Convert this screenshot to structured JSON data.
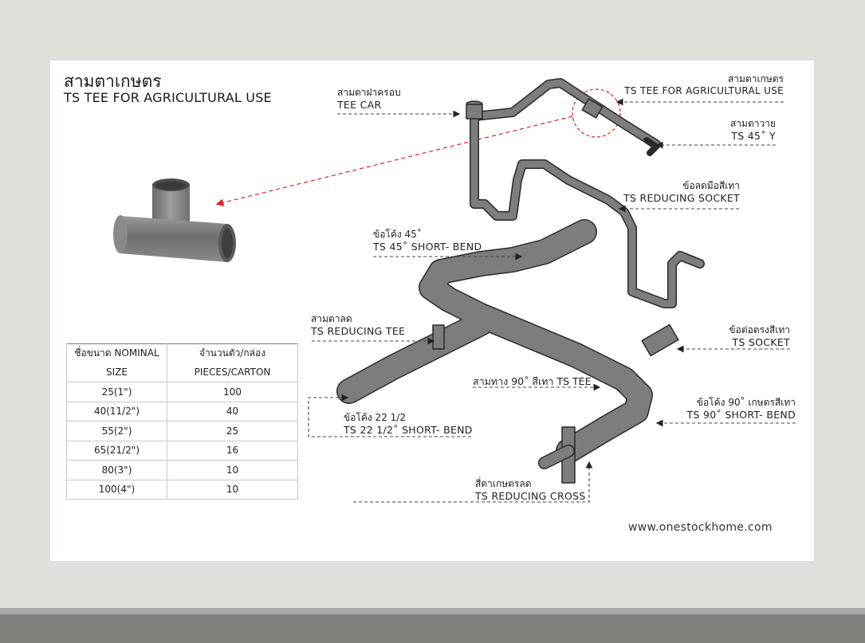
{
  "title": {
    "thai": "สามตาเกษตร",
    "english": "TS TEE FOR AGRICULTURAL USE"
  },
  "colors": {
    "background": "#e0e0db",
    "band_light": "#aaaba6",
    "band_dark": "#81827b",
    "pipe": "#7d7d7d",
    "pipe_dark": "#5a5a5a",
    "highlight": "#e02020"
  },
  "callouts": [
    {
      "id": "tee-car",
      "thai": "สามตาฝาครอบ",
      "english": "TEE CAR"
    },
    {
      "id": "ts-tee-agri",
      "thai": "สามตาเกษตร",
      "english": "TS TEE FOR AGRICULTURAL USE"
    },
    {
      "id": "ts-45-y",
      "thai": "สามตาวาย",
      "english": "TS 45˚ Y"
    },
    {
      "id": "ts-reducing-socket",
      "thai": "ข้อลดมือสีเทา",
      "english": "TS REDUCING SOCKET"
    },
    {
      "id": "ts-45-short-bend",
      "thai": "ข้อโค้ง 45˚",
      "english": "TS 45˚ SHORT- BEND"
    },
    {
      "id": "ts-reducing-tee",
      "thai": "สามตาลด",
      "english": "TS REDUCING TEE"
    },
    {
      "id": "ts-socket",
      "thai": "ข้อต่อตรงสีเทา",
      "english": "TS SOCKET"
    },
    {
      "id": "ts-tee-90",
      "thai": "สามทาง 90˚ สีเทา",
      "english": "TS TEE"
    },
    {
      "id": "ts-90-short-bend",
      "thai": "ข้อโค้ง 90˚ เกษตรสีเทา",
      "english": "TS 90˚ SHORT- BEND"
    },
    {
      "id": "ts-22-short-bend",
      "thai": "ข้อโค้ง 22 1/2",
      "english": "TS 22 1/2˚ SHORT- BEND"
    },
    {
      "id": "ts-reducing-cross",
      "thai": "สี่ตาเกษตรลด",
      "english": "TS REDUCING CROSS"
    }
  ],
  "spec_table": {
    "headers": [
      {
        "line1": "ชื่อขนาด NOMINAL",
        "line2": "SIZE"
      },
      {
        "line1": "จำนวนตัว/กล่อง",
        "line2": "PIECES/CARTON"
      }
    ],
    "rows": [
      {
        "size": "25(1\")",
        "pieces": "100"
      },
      {
        "size": "40(11/2\")",
        "pieces": "40"
      },
      {
        "size": "55(2\")",
        "pieces": "25"
      },
      {
        "size": "65(21/2\")",
        "pieces": "16"
      },
      {
        "size": "80(3\")",
        "pieces": "10"
      },
      {
        "size": "100(4\")",
        "pieces": "10"
      }
    ]
  },
  "website": "www.onestockhome.com"
}
